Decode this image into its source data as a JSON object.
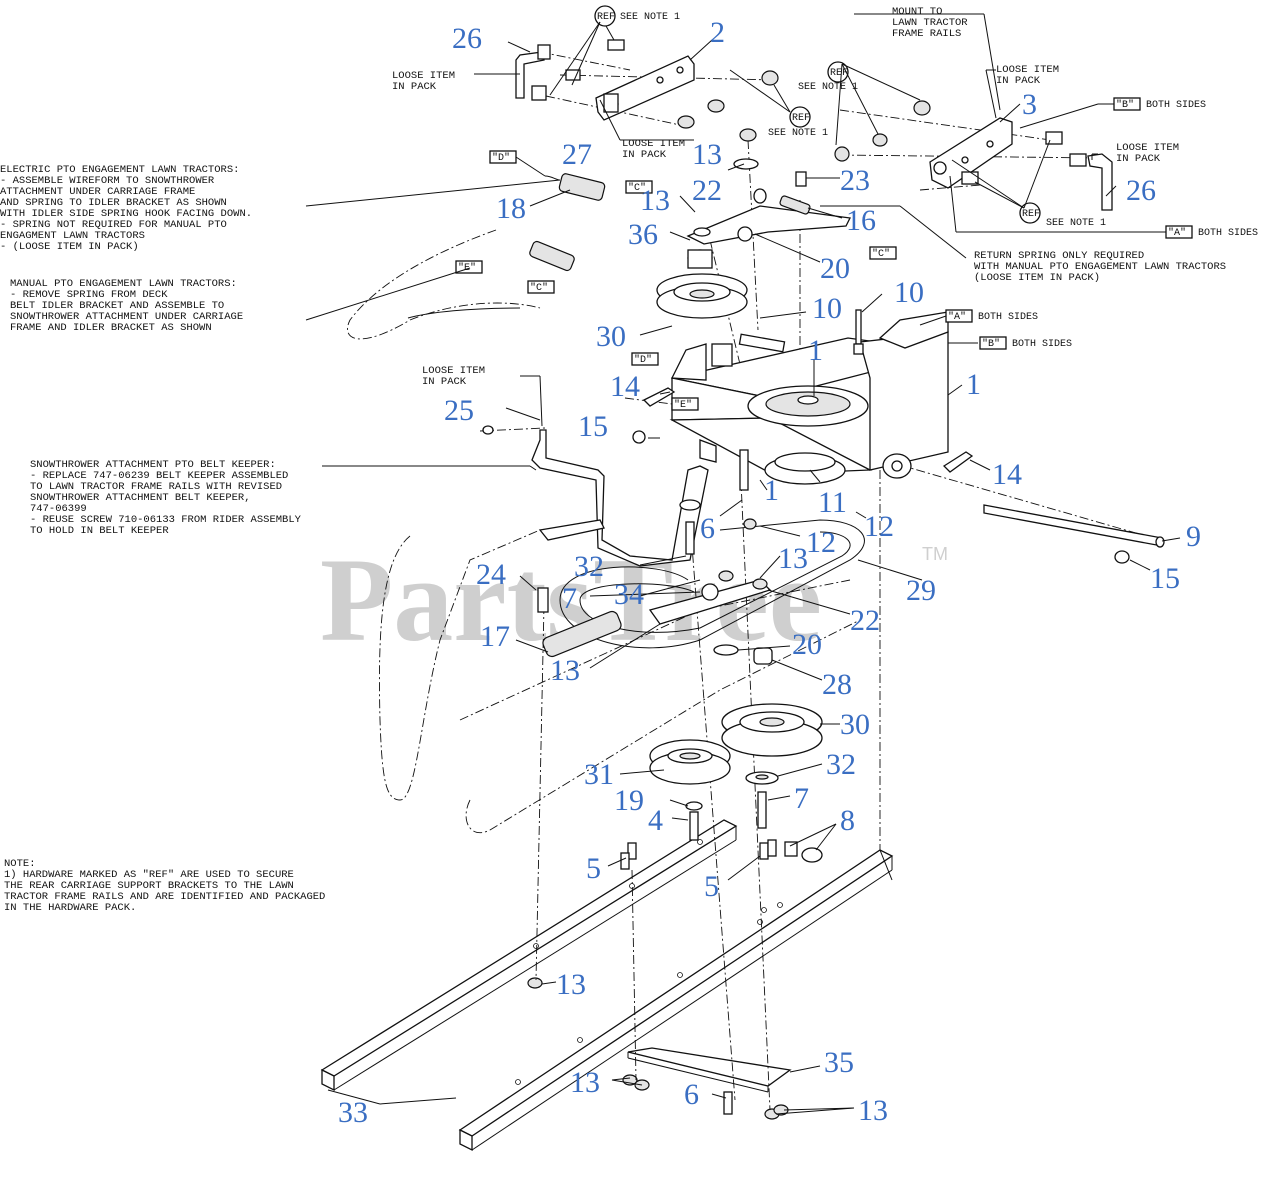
{
  "watermark": {
    "text": "PartsTree",
    "tm": "TM"
  },
  "callouts": [
    {
      "id": "c26a",
      "label": "26"
    },
    {
      "id": "c2",
      "label": "2"
    },
    {
      "id": "c3",
      "label": "3"
    },
    {
      "id": "c26b",
      "label": "26"
    },
    {
      "id": "c27",
      "label": "27"
    },
    {
      "id": "c13a",
      "label": "13"
    },
    {
      "id": "c22a",
      "label": "22"
    },
    {
      "id": "c23",
      "label": "23"
    },
    {
      "id": "c18",
      "label": "18"
    },
    {
      "id": "c13b",
      "label": "13"
    },
    {
      "id": "c16",
      "label": "16"
    },
    {
      "id": "c36",
      "label": "36"
    },
    {
      "id": "c20a",
      "label": "20"
    },
    {
      "id": "c10a",
      "label": "10"
    },
    {
      "id": "c10b",
      "label": "10"
    },
    {
      "id": "c30a",
      "label": "30"
    },
    {
      "id": "c1a",
      "label": "1"
    },
    {
      "id": "c1b",
      "label": "1"
    },
    {
      "id": "c14a",
      "label": "14"
    },
    {
      "id": "c25",
      "label": "25"
    },
    {
      "id": "c15a",
      "label": "15"
    },
    {
      "id": "c14b",
      "label": "14"
    },
    {
      "id": "c11",
      "label": "11"
    },
    {
      "id": "c1c",
      "label": "1"
    },
    {
      "id": "c12a",
      "label": "12"
    },
    {
      "id": "c6a",
      "label": "6"
    },
    {
      "id": "c12b",
      "label": "12"
    },
    {
      "id": "c9",
      "label": "9"
    },
    {
      "id": "c13c",
      "label": "13"
    },
    {
      "id": "c24",
      "label": "24"
    },
    {
      "id": "c32a",
      "label": "32"
    },
    {
      "id": "c29",
      "label": "29"
    },
    {
      "id": "c7a",
      "label": "7"
    },
    {
      "id": "c34",
      "label": "34"
    },
    {
      "id": "c15b",
      "label": "15"
    },
    {
      "id": "c22b",
      "label": "22"
    },
    {
      "id": "c17",
      "label": "17"
    },
    {
      "id": "c20b",
      "label": "20"
    },
    {
      "id": "c13d",
      "label": "13"
    },
    {
      "id": "c28",
      "label": "28"
    },
    {
      "id": "c30b",
      "label": "30"
    },
    {
      "id": "c31",
      "label": "31"
    },
    {
      "id": "c32b",
      "label": "32"
    },
    {
      "id": "c19",
      "label": "19"
    },
    {
      "id": "c7b",
      "label": "7"
    },
    {
      "id": "c4",
      "label": "4"
    },
    {
      "id": "c8",
      "label": "8"
    },
    {
      "id": "c5a",
      "label": "5"
    },
    {
      "id": "c5b",
      "label": "5"
    },
    {
      "id": "c13e",
      "label": "13"
    },
    {
      "id": "c35",
      "label": "35"
    },
    {
      "id": "c13f",
      "label": "13"
    },
    {
      "id": "c6b",
      "label": "6"
    },
    {
      "id": "c13g",
      "label": "13"
    },
    {
      "id": "c33",
      "label": "33"
    }
  ],
  "notes": {
    "electric_pto": [
      "ELECTRIC PTO ENGAGEMENT LAWN TRACTORS:",
      "- ASSEMBLE WIREFORM TO SNOWTHROWER",
      "  ATTACHMENT UNDER CARRIAGE FRAME",
      "  AND SPRING TO IDLER BRACKET AS SHOWN",
      " WITH IDLER SIDE SPRING HOOK FACING DOWN.",
      "- SPRING NOT REQUIRED FOR MANUAL PTO",
      "  ENGAGMENT LAWN TRACTORS",
      "- (LOOSE ITEM IN PACK)"
    ],
    "manual_pto": [
      "MANUAL PTO ENGAGEMENT LAWN TRACTORS:",
      " - REMOVE SPRING FROM DECK",
      "  BELT IDLER BRACKET AND ASSEMBLE TO",
      "  SNOWTHROWER ATTACHMENT UNDER CARRIAGE",
      "  FRAME AND IDLER BRACKET AS SHOWN"
    ],
    "belt_keeper": [
      "SNOWTHROWER ATTACHMENT PTO BELT KEEPER:",
      " - REPLACE 747-06239 BELT KEEPER ASSEMBLED",
      "   TO LAWN TRACTOR FRAME RAILS WITH REVISED",
      "   SNOWTHROWER ATTACHMENT BELT KEEPER,",
      "   747-06399",
      " - REUSE SCREW 710-06133 FROM RIDER ASSEMBLY",
      "   TO HOLD IN BELT KEEPER"
    ],
    "hardware": [
      "NOTE:",
      "1) HARDWARE MARKED AS \"REF\" ARE USED TO SECURE",
      "   THE REAR CARRIAGE SUPPORT BRACKETS TO THE LAWN",
      "   TRACTOR FRAME RAILS AND ARE IDENTIFIED AND PACKAGED",
      "   IN THE HARDWARE PACK."
    ],
    "mount": [
      "MOUNT TO",
      "LAWN TRACTOR",
      "FRAME RAILS"
    ],
    "loose_left": [
      "LOOSE ITEM",
      "IN PACK"
    ],
    "loose_mid": [
      "LOOSE ITEM",
      "IN PACK"
    ],
    "loose_right_top": [
      "LOOSE ITEM",
      "IN PACK"
    ],
    "loose_right": [
      "LOOSE ITEM",
      "IN PACK"
    ],
    "loose_25": [
      "LOOSE ITEM",
      "IN PACK"
    ],
    "return_spring": [
      "RETURN SPRING ONLY REQUIRED",
      "WITH MANUAL PTO ENGAGEMENT LAWN TRACTORS",
      "(LOOSE ITEM IN PACK)"
    ],
    "see_note_1": "SEE NOTE 1",
    "ref": "REF",
    "both_sides": "BOTH SIDES",
    "tag_a": "\"A\"",
    "tag_b": "\"B\"",
    "tag_c": "\"C\"",
    "tag_d": "\"D\"",
    "tag_e": "\"E\""
  }
}
